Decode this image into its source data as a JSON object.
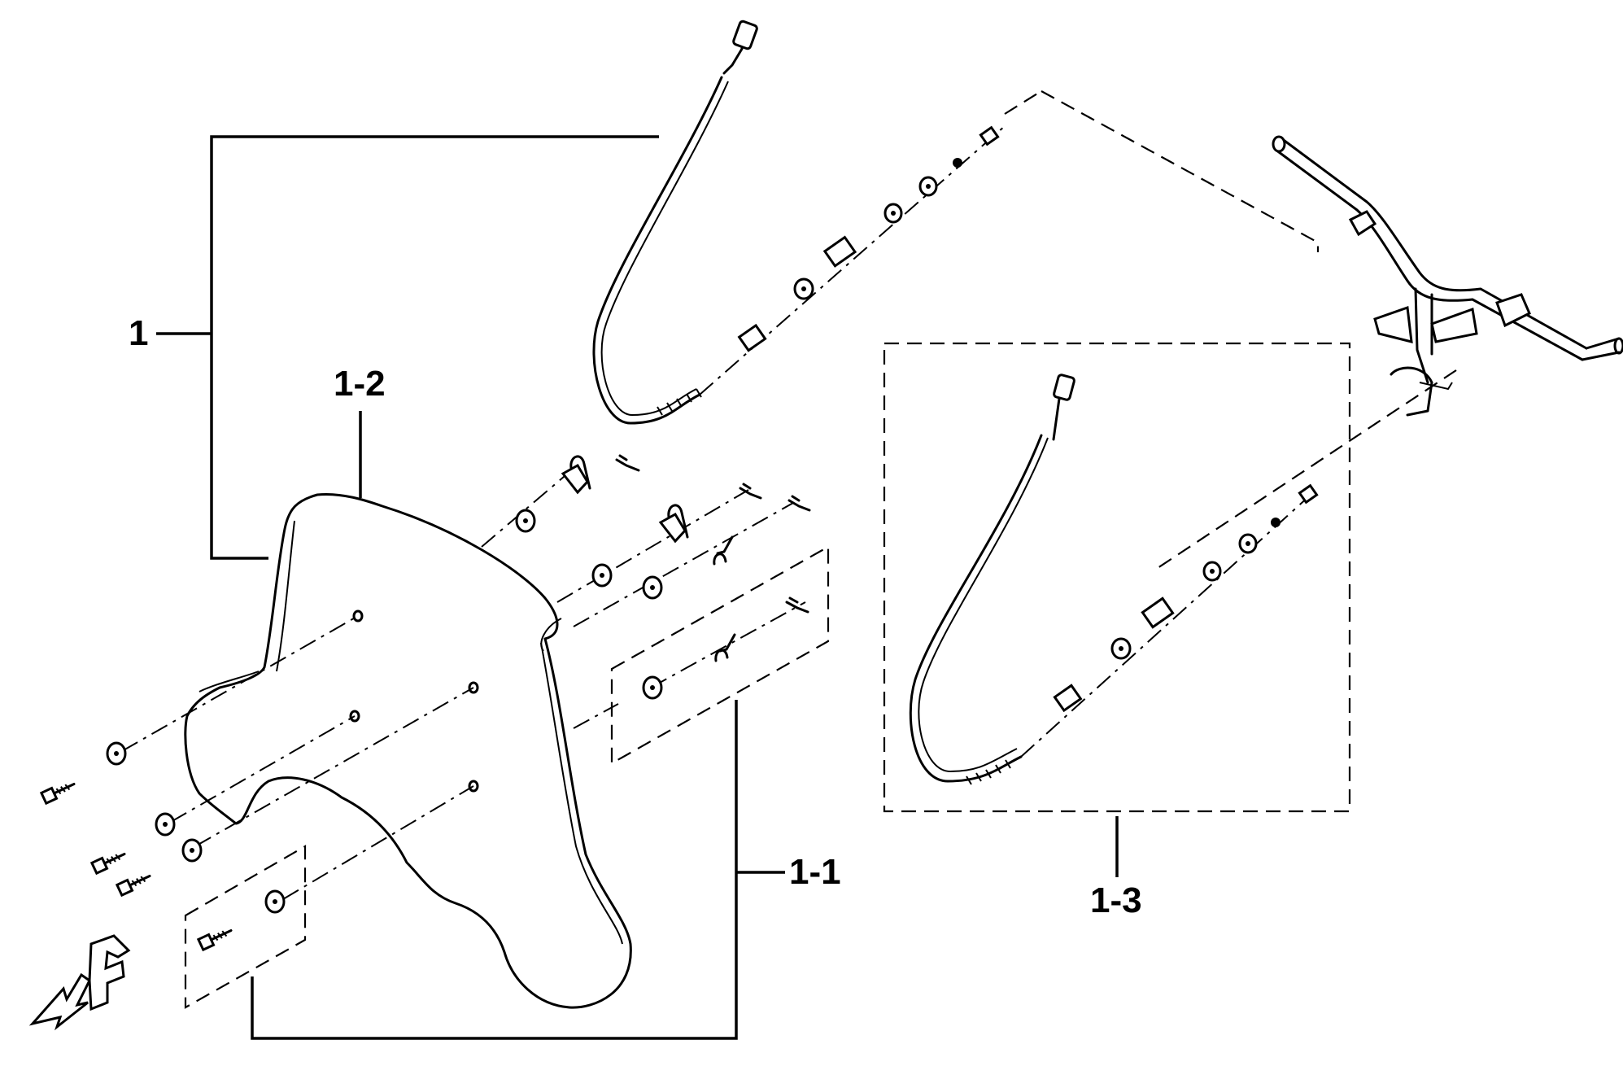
{
  "diagram": {
    "callouts": {
      "assembly": "1",
      "sub_1_1": "1-1",
      "sub_1_2": "1-2",
      "sub_1_3": "1-3"
    },
    "orientation_mark": "F",
    "colors": {
      "line": "#000000",
      "background": "#ffffff"
    }
  }
}
